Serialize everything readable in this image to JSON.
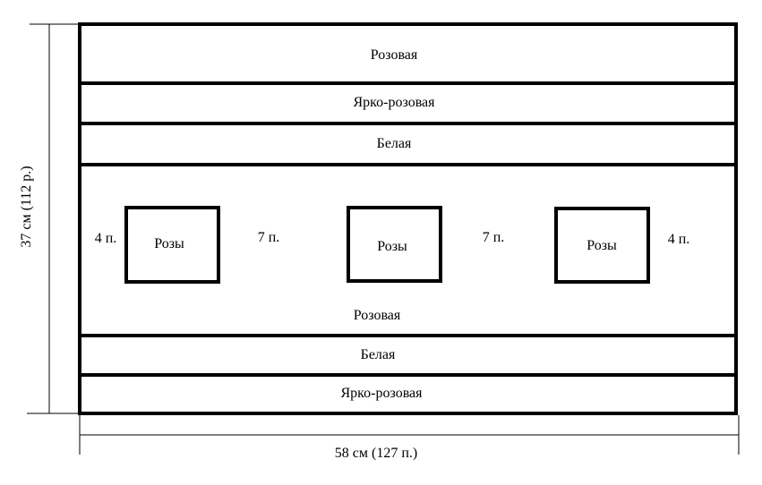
{
  "stripes": {
    "top_1": "Розовая",
    "top_2": "Ярко-розовая",
    "top_3": "Белая",
    "middle": "Розовая",
    "bottom_1": "Белая",
    "bottom_2": "Ярко-розовая"
  },
  "motifs": [
    {
      "label": "Розы"
    },
    {
      "label": "Розы"
    },
    {
      "label": "Розы"
    }
  ],
  "gaps": {
    "left": "4 п.",
    "between_1": "7 п.",
    "between_2": "7 п.",
    "right": "4 п."
  },
  "dimensions": {
    "height": "37 см (112 р.)",
    "width": "58 см (127 п.)"
  }
}
